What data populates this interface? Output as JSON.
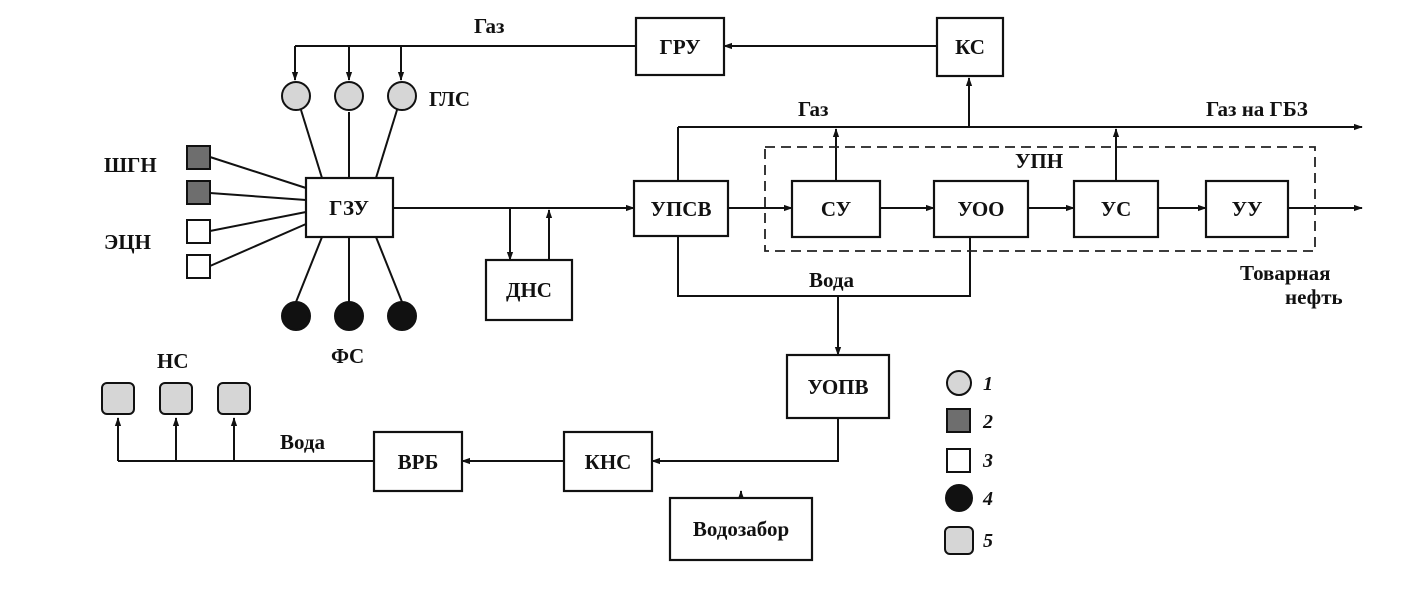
{
  "diagram": {
    "blocks": {
      "gru": "ГРУ",
      "ks": "КС",
      "gzu": "ГЗУ",
      "dns": "ДНС",
      "upsv": "УПСВ",
      "su": "СУ",
      "uoo": "УОО",
      "us": "УС",
      "uu": "УУ",
      "uopv": "УОПВ",
      "kns": "КНС",
      "vrb": "ВРБ",
      "vodozabor": "Водозабор"
    },
    "labels": {
      "gas_top": "Газ",
      "gas_mid": "Газ",
      "gas_to_gbz": "Газ на ГБЗ",
      "upn": "УПН",
      "gls": "ГЛС",
      "shgn": "ШГН",
      "ecn": "ЭЦН",
      "fs": "ФС",
      "ns": "НС",
      "water_mid": "Вода",
      "water_bottom": "Вода",
      "commercial_oil_1": "Товарная",
      "commercial_oil_2": "нефть"
    },
    "legend": [
      {
        "number": "1",
        "marker": "light-grey-circle"
      },
      {
        "number": "2",
        "marker": "dark-grey-square"
      },
      {
        "number": "3",
        "marker": "white-square"
      },
      {
        "number": "4",
        "marker": "black-circle"
      },
      {
        "number": "5",
        "marker": "light-grey-rounded-square"
      }
    ],
    "colors": {
      "gas_lift_well": "#d6d6d6",
      "sucker_rod_well": "#6e6e6e",
      "esp_well": "#ffffff",
      "flowing_well": "#111111",
      "injection_well": "#d6d6d6"
    }
  }
}
